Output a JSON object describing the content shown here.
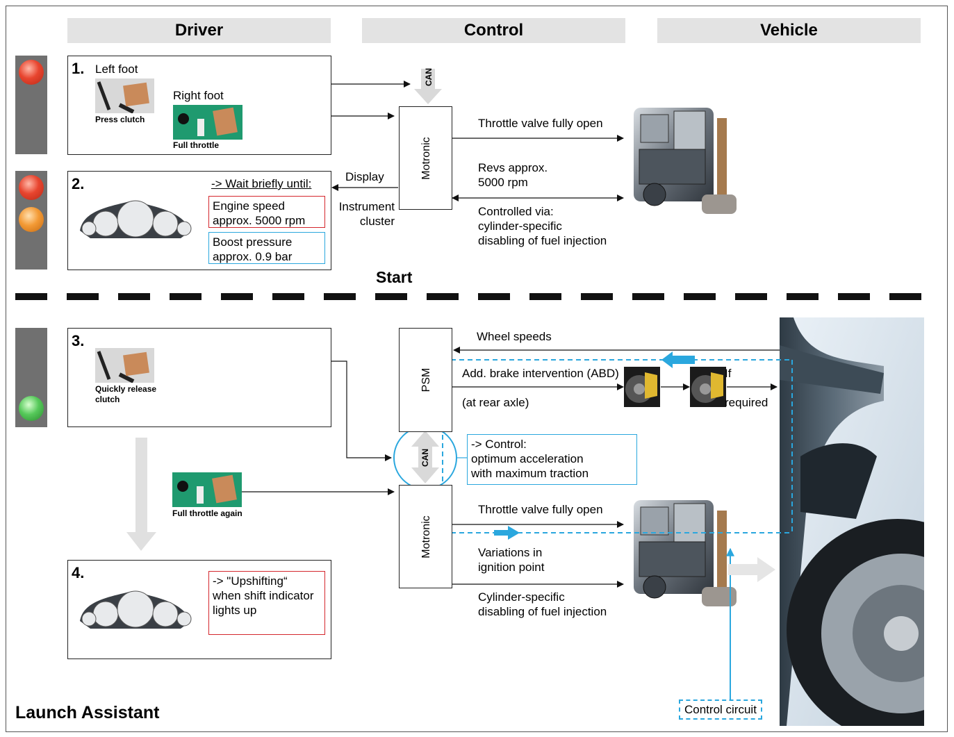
{
  "headers": {
    "driver": "Driver",
    "control": "Control",
    "vehicle": "Vehicle"
  },
  "step1": {
    "number": "1.",
    "left_foot": "Left foot",
    "press_clutch": "Press clutch",
    "right_foot": "Right foot",
    "full_throttle": "Full throttle"
  },
  "step2": {
    "number": "2.",
    "wait": "-> Wait briefly until:",
    "engine_speed_1": "Engine speed",
    "engine_speed_2": "approx. 5000 rpm",
    "boost_1": "Boost pressure",
    "boost_2": "approx. 0.9 bar"
  },
  "step3": {
    "number": "3.",
    "release_1": "Quickly release",
    "release_2": "clutch",
    "full_throttle_again": "Full throttle again"
  },
  "step4": {
    "number": "4.",
    "upshift_1": "-> \"Upshifting“",
    "upshift_2": "when shift indicator",
    "upshift_3": "lights up"
  },
  "control": {
    "can": "CAN",
    "motronic": "Motronic",
    "psm": "PSM",
    "display": "Display",
    "instrument_1": "Instrument",
    "instrument_2": "cluster",
    "control_note_1": "-> Control:",
    "control_note_2": "optimum acceleration",
    "control_note_3": "with maximum traction"
  },
  "vehicle": {
    "throttle_open": "Throttle valve fully open",
    "revs_1": "Revs approx.",
    "revs_2": "5000 rpm",
    "controlled_1": "Controlled via:",
    "controlled_2": "cylinder-specific",
    "controlled_3": "disabling of fuel injection",
    "wheel_speeds": "Wheel speeds",
    "brake_intervention": "Add. brake intervention (ABD)",
    "rear_axle": "(at rear axle)",
    "if": "If",
    "required": "required",
    "throttle_open_2": "Throttle valve fully open",
    "variations_1": "Variations in",
    "variations_2": "ignition point",
    "cyl_1": "Cylinder-specific",
    "cyl_2": "disabling of fuel injection",
    "control_circuit": "Control circuit"
  },
  "start_label": "Start",
  "title": "Launch Assistant",
  "colors": {
    "header_bg": "#e3e3e3",
    "signal_red": "#e8452f",
    "signal_amber": "#f39a35",
    "signal_green": "#56c95a",
    "highlight_red": "#d4262c",
    "highlight_blue": "#2aa7de"
  }
}
